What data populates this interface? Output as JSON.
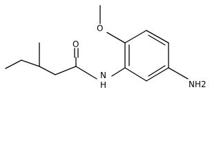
{
  "molecule": {
    "atoms": {
      "oxygen_methoxy": "O",
      "oxygen_carbonyl": "O",
      "nitrogen_amide": "N",
      "hydrogen_amide": "H",
      "amino_group": "NH2"
    }
  }
}
